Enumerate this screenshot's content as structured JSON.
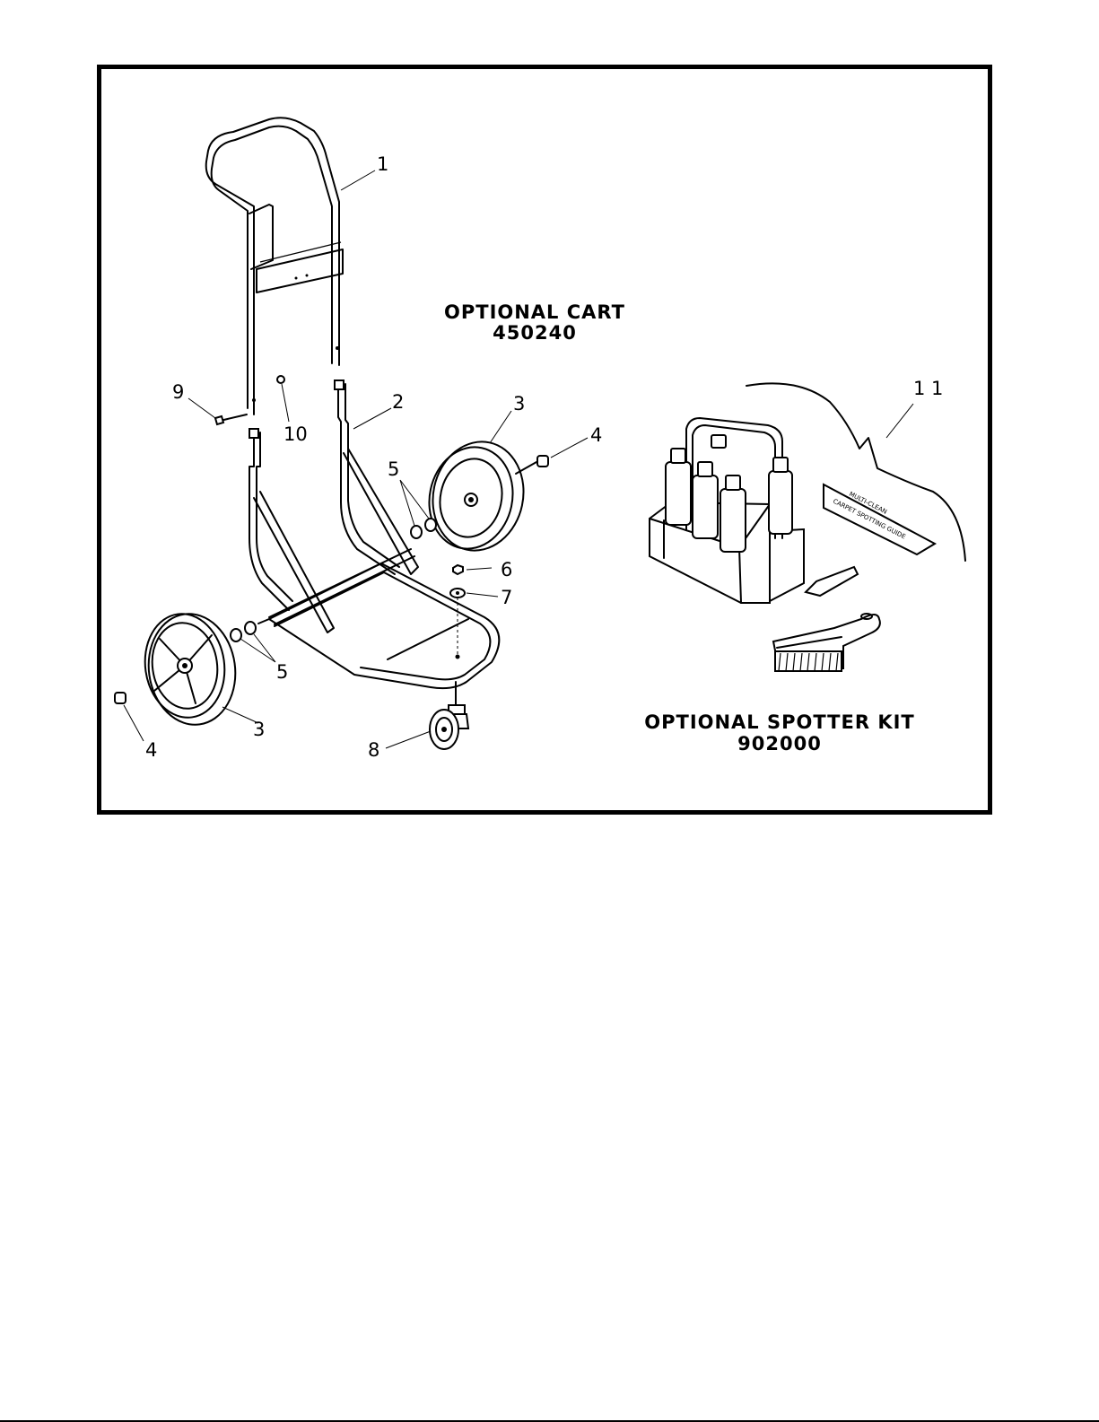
{
  "cart": {
    "title": "OPTIONAL CART",
    "part_number": "450240"
  },
  "spotter_kit": {
    "title": "OPTIONAL SPOTTER KIT",
    "part_number": "902000",
    "guide_label_line1": "MULTI-CLEAN",
    "guide_label_line2": "CARPET SPOTTING GUIDE"
  },
  "callouts": {
    "c1": "1",
    "c2": "2",
    "c3a": "3",
    "c3b": "3",
    "c4a": "4",
    "c4b": "4",
    "c5a": "5",
    "c5b": "5",
    "c6": "6",
    "c7": "7",
    "c8": "8",
    "c9": "9",
    "c10": "10",
    "c11": "1 1"
  }
}
